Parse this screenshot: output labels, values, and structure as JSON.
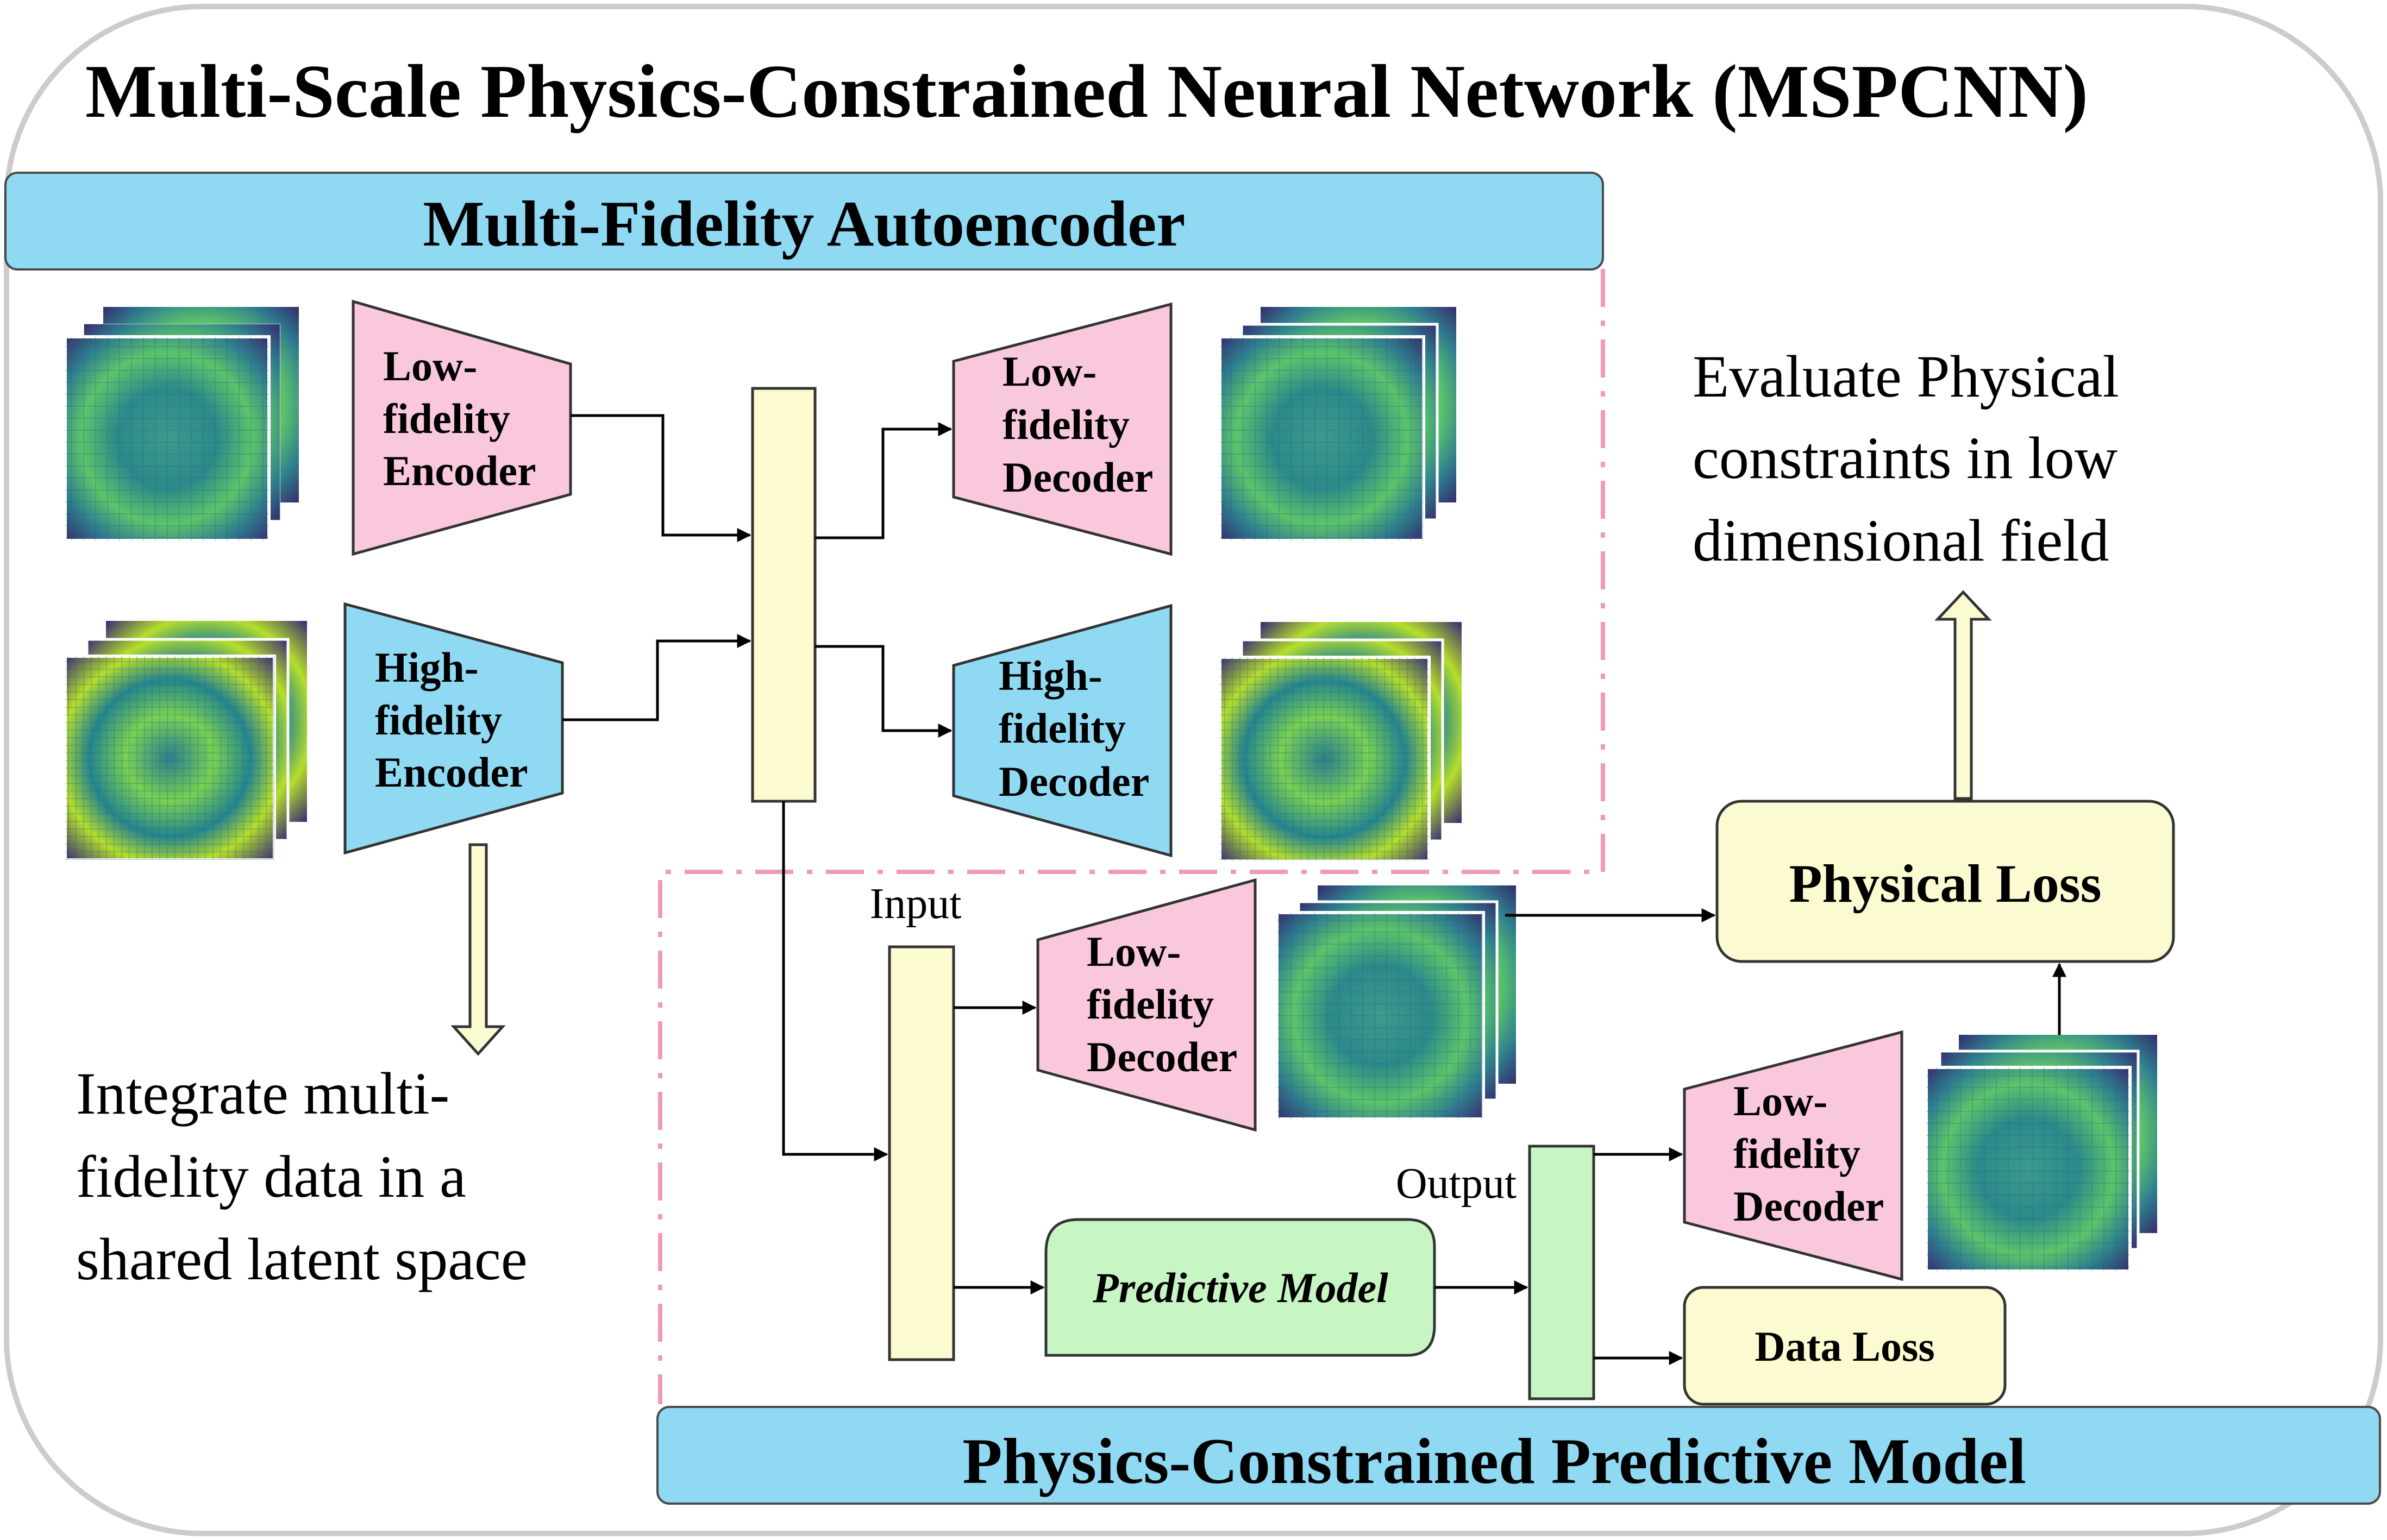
{
  "title": "Multi-Scale Physics-Constrained Neural Network (MSPCNN)",
  "sections": {
    "autoencoder": "Multi-Fidelity Autoencoder",
    "predictive": "Physics-Constrained Predictive Model"
  },
  "blocks": {
    "lf_encoder": [
      "Low-",
      "fidelity",
      "Encoder"
    ],
    "hf_encoder": [
      "High-",
      "fidelity",
      "Encoder"
    ],
    "lf_decoder_top": [
      "Low-",
      "fidelity",
      "Decoder"
    ],
    "hf_decoder": [
      "High-",
      "fidelity",
      "Decoder"
    ],
    "lf_decoder_mid": [
      "Low-",
      "fidelity",
      "Decoder"
    ],
    "lf_decoder_out": [
      "Low-",
      "fidelity",
      "Decoder"
    ],
    "predictive_model": "Predictive Model",
    "physical_loss": "Physical Loss",
    "data_loss": "Data Loss",
    "input_label": "Input",
    "output_label": "Output"
  },
  "notes": {
    "integrate": [
      "Integrate multi-",
      "fidelity data in a",
      "shared latent space"
    ],
    "evaluate": [
      "Evaluate Physical",
      "constraints in low",
      "dimensional field"
    ]
  },
  "colors": {
    "pink": "#f9c8dc",
    "blue": "#8fd9f2",
    "cream": "#fbfad0",
    "green": "#c7f5c4",
    "dash": "#ef9bb8",
    "frame": "#cccccc"
  }
}
